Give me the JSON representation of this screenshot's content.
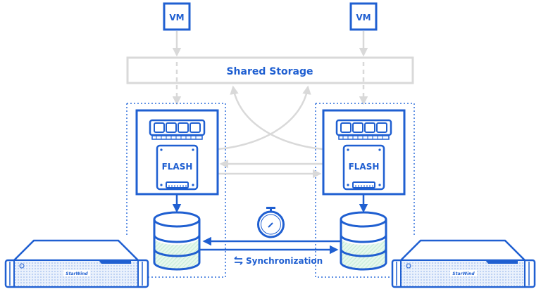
{
  "colors": {
    "blue": "#1f5fd1",
    "gray": "#d9d9d9",
    "dotted": "#2f6fdc",
    "data_fill": "#d8f3e3"
  },
  "vm_left": {
    "label": "VM"
  },
  "vm_right": {
    "label": "VM"
  },
  "shared_storage": {
    "label": "Shared Storage"
  },
  "node_left": {
    "flash_label": "FLASH",
    "server_brand": "StarWind"
  },
  "node_right": {
    "flash_label": "FLASH",
    "server_brand": "StarWind"
  },
  "sync": {
    "label": "Synchronization",
    "icon": "sync-arrows-icon",
    "timer_icon": "stopwatch-icon"
  }
}
